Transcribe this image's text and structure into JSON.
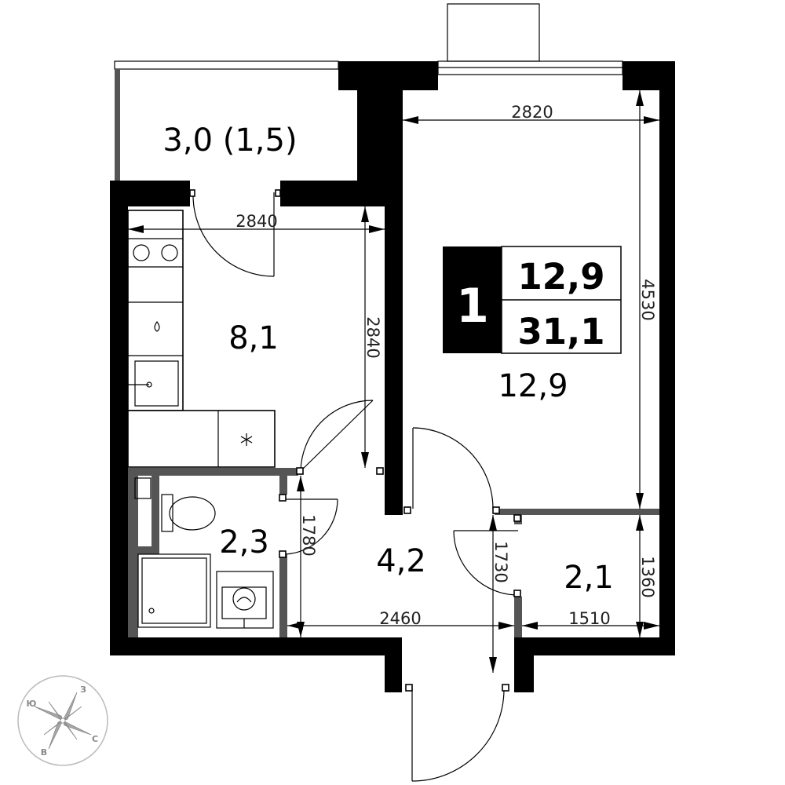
{
  "rooms": {
    "loggia": "3,0 (1,5)",
    "kitchen": "8,1",
    "bathroom": "2,3",
    "hallway": "4,2",
    "living": "12,9",
    "storage": "2,1"
  },
  "badge": {
    "rooms_count": "1",
    "living_area": "12,9",
    "total_area": "31,1"
  },
  "dimensions": {
    "living_width": "2820",
    "living_length": "4530",
    "kitchen_width": "2840",
    "kitchen_length": "2840",
    "bath_length": "1780",
    "hall_width": "2460",
    "hall_length": "1730",
    "storage_width": "1510",
    "storage_length": "1360"
  },
  "compass": {
    "west": "З",
    "south": "Ю",
    "east": "В",
    "north": "С"
  },
  "colors": {
    "wall": "#000000",
    "partition": "#555555",
    "background": "#ffffff"
  }
}
